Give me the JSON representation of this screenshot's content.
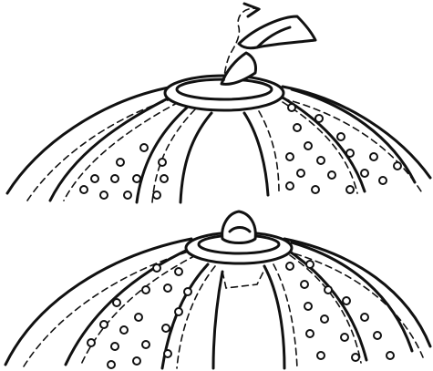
{
  "figure": {
    "panels": [
      {
        "id": "top",
        "caption": "",
        "icon": "dome-segment-with-open-flap"
      },
      {
        "id": "bottom",
        "caption": "",
        "icon": "dome-segment-with-closed-knob"
      }
    ],
    "colors": {
      "ink": "#111111",
      "paper": "#ffffff"
    }
  }
}
